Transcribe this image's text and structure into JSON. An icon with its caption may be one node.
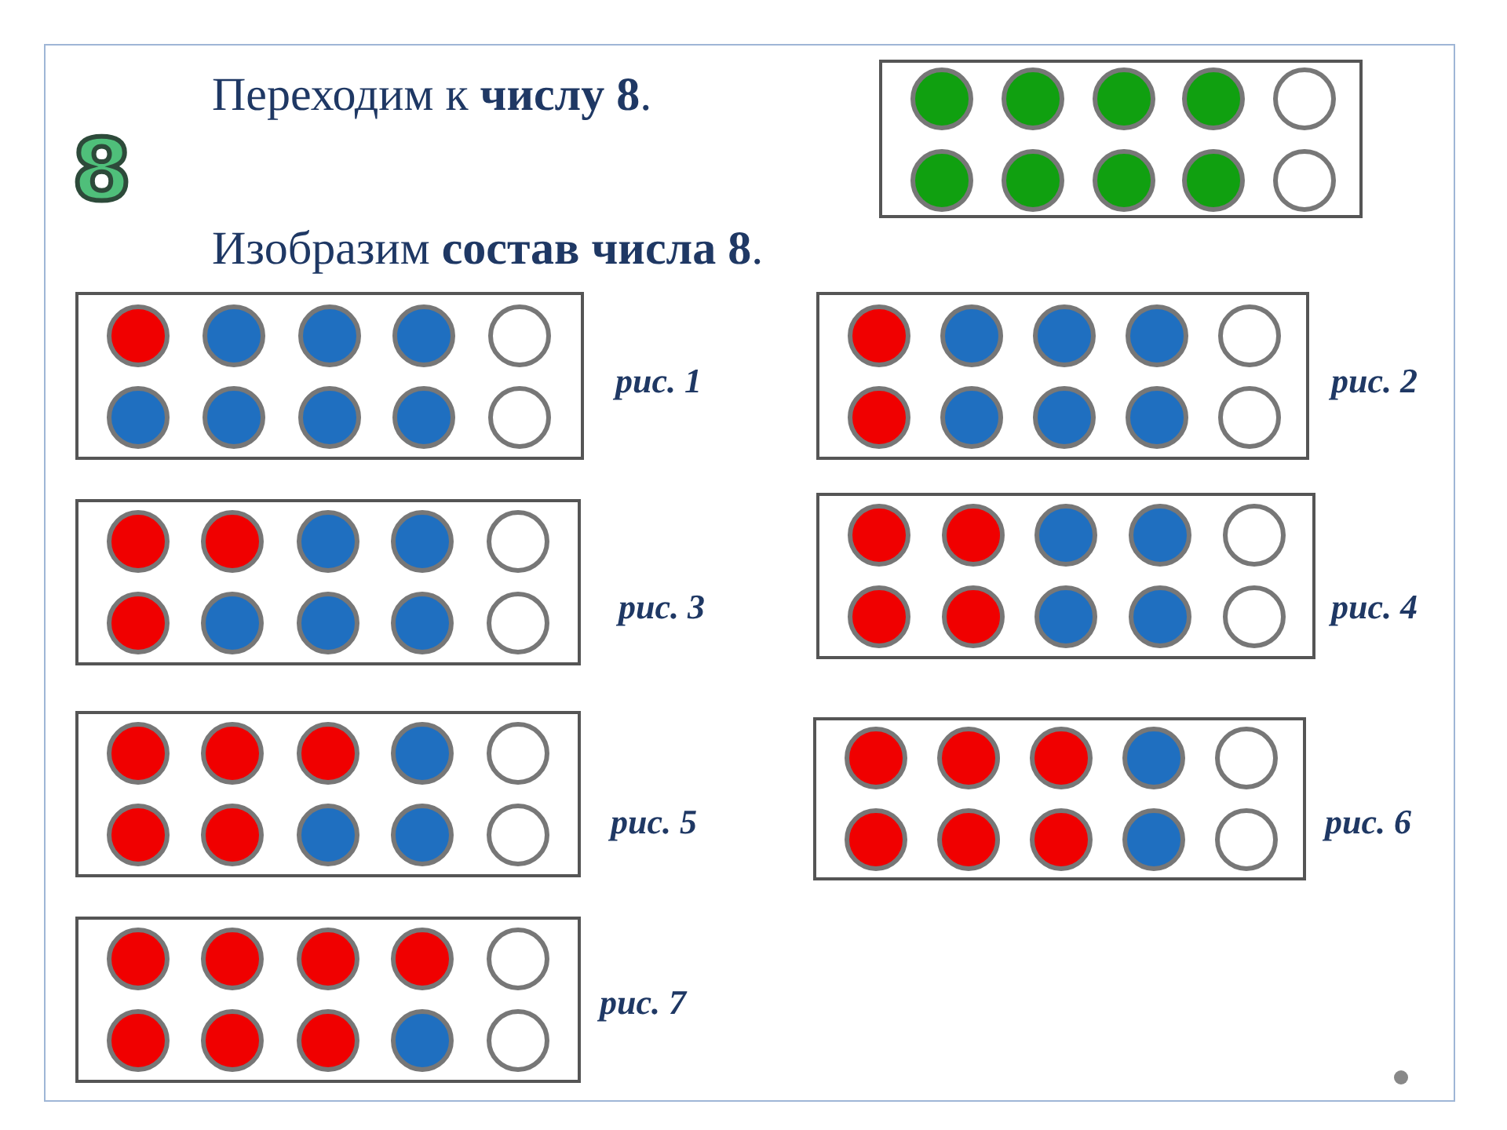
{
  "diagram": {
    "nodes": [
      {
        "text": [],
        "shape": "box"
      },
      {
        "text": [],
        "shape": "box",
        "beside": [
          "рис. 1"
        ]
      },
      {
        "text": [],
        "shape": "box",
        "beside": [
          "рис. 2"
        ]
      },
      {
        "text": [],
        "shape": "box",
        "beside": [
          "рис. 3"
        ]
      },
      {
        "text": [],
        "shape": "box",
        "beside": [
          "рис. 4"
        ]
      },
      {
        "text": [],
        "shape": "box",
        "beside": [
          "рис. 5"
        ]
      },
      {
        "text": [],
        "shape": "box",
        "beside": [
          "рис. 6"
        ]
      },
      {
        "text": [],
        "shape": "box",
        "beside": [
          "рис. 7"
        ]
      }
    ],
    "edges": [],
    "labels": [
      "Переходим к **числу 8**.",
      "8",
      "Изобразим **состав числа 8**."
    ]
  }
}
